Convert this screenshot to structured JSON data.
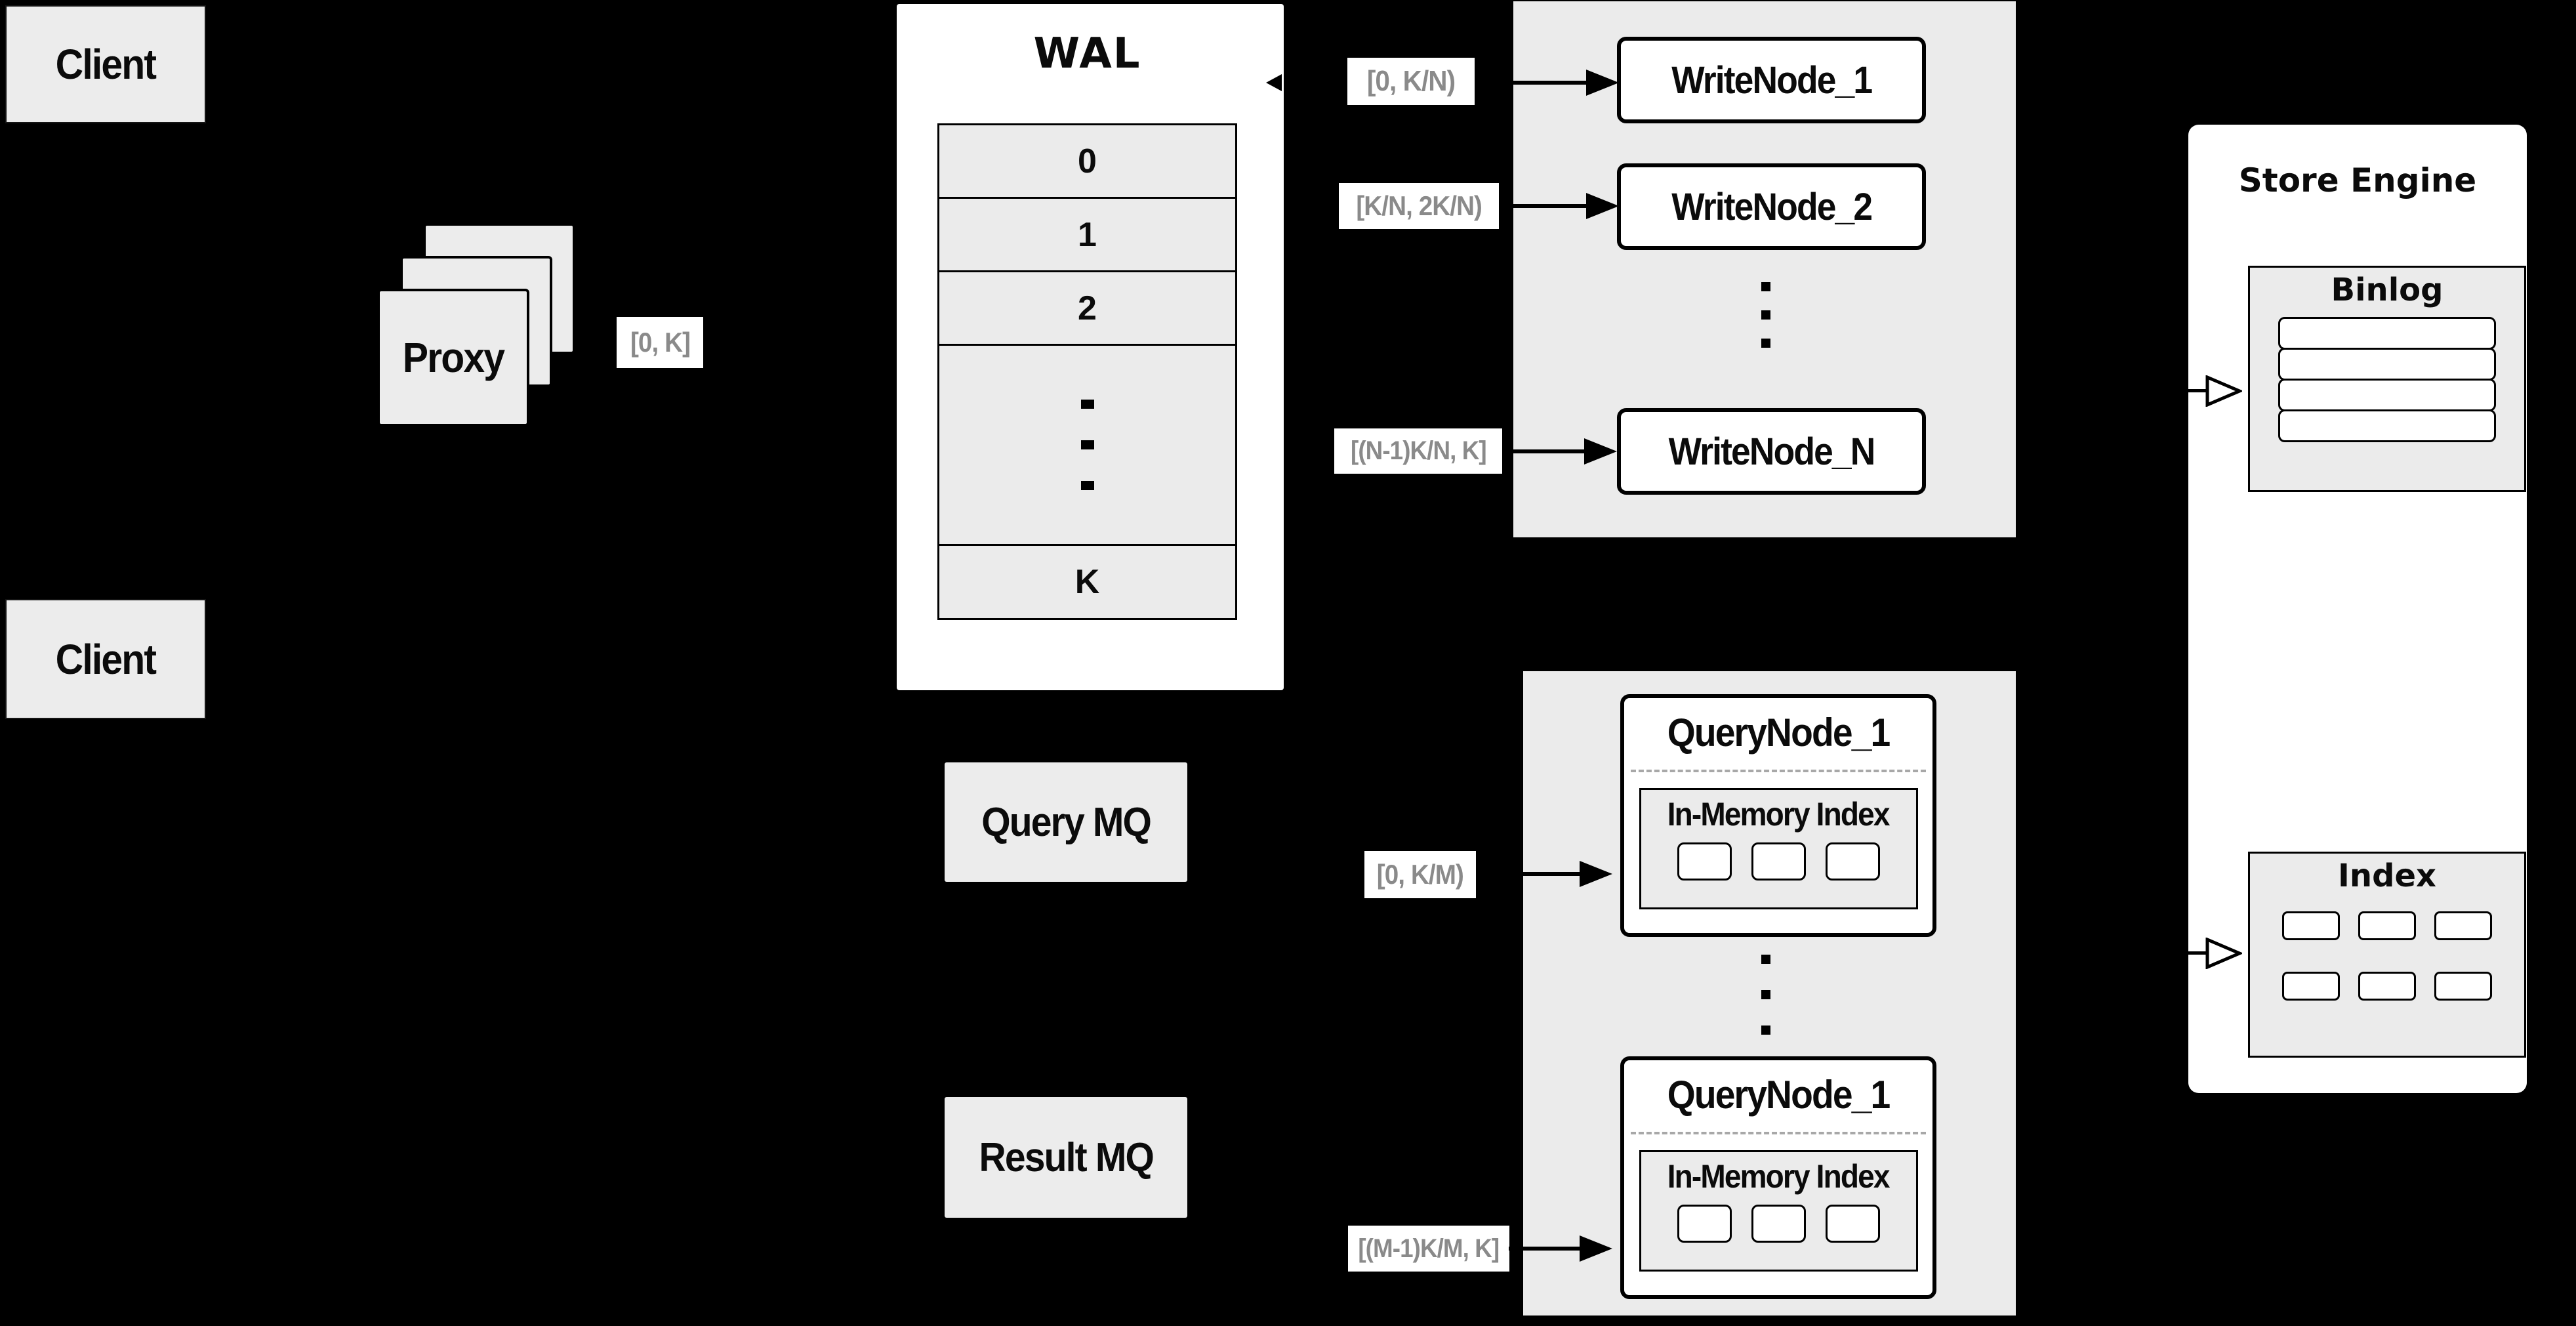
{
  "diagram": {
    "clients": {
      "top": "Client",
      "bottom": "Client"
    },
    "proxy": {
      "label": "Proxy",
      "range": "[0, K]"
    },
    "wal": {
      "title": "WAL",
      "rows": [
        "0",
        "1",
        "2",
        "K"
      ]
    },
    "write": {
      "nodes": [
        "WriteNode_1",
        "WriteNode_2",
        "WriteNode_N"
      ],
      "ranges": [
        "[0, K/N)",
        "[K/N, 2K/N)",
        "[(N-1)K/N, K]"
      ]
    },
    "store": {
      "title": "Store Engine",
      "binlog": "Binlog",
      "index": "Index"
    },
    "mq": {
      "query": "Query MQ",
      "result": "Result MQ"
    },
    "query": {
      "nodes": [
        "QueryNode_1",
        "QueryNode_1"
      ],
      "inmemory": "In-Memory Index",
      "ranges": [
        "[0, K/M)",
        "[(M-1)K/M, K]"
      ]
    },
    "colors": {
      "background": "#000000",
      "panel": "#ebebeb",
      "box_fill": "#ececec",
      "white": "#ffffff",
      "border": "#000000",
      "range_text": "#8a8a8a",
      "dash": "#a8a8a8"
    }
  }
}
